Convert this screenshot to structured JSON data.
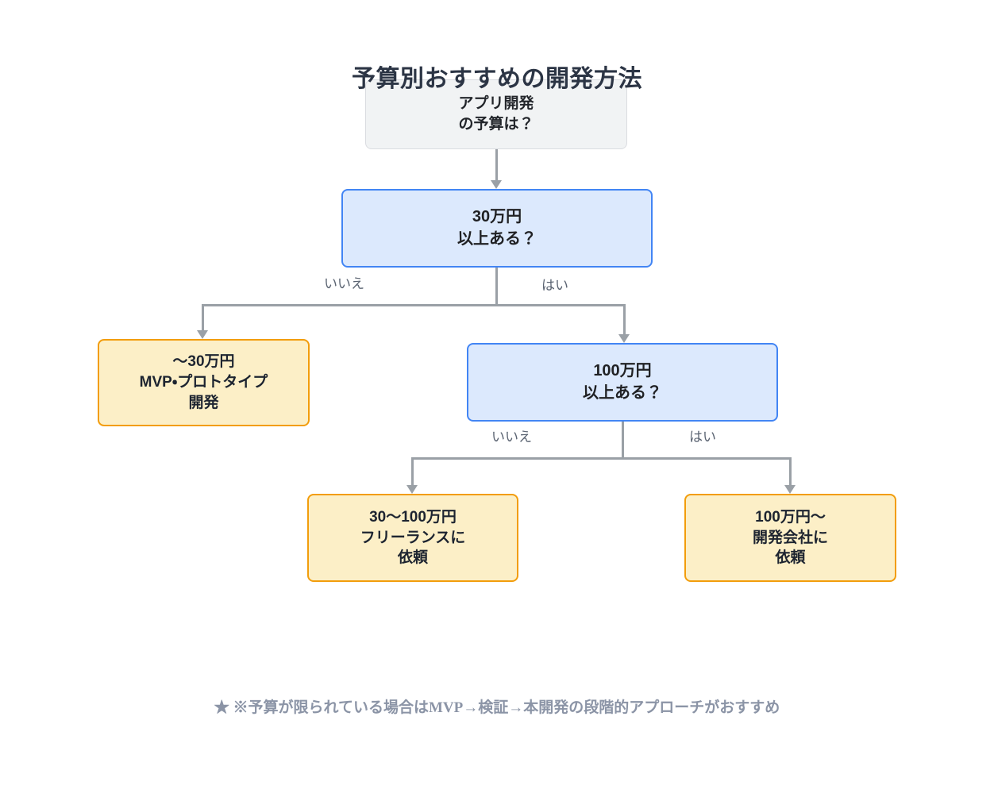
{
  "page": {
    "title": "予算別おすすめの開発方法",
    "background": "#ffffff"
  },
  "colors": {
    "title_text": "#2c3545",
    "root_fill": "#f1f3f4",
    "root_border": "#dadce0",
    "decision_fill": "#dce9fd",
    "decision_border": "#4285f4",
    "outcome_fill": "#fcefc7",
    "outcome_border": "#f29d0c",
    "connector": "#9aa0a6",
    "edge_label_text": "#5b6472",
    "footnote_text": "#8b94a6"
  },
  "nodes": {
    "root": {
      "id": "budget-question",
      "type": "root",
      "line1": "アプリ開発",
      "line2": "の予算は？"
    },
    "decision1": {
      "id": "over-300k-question",
      "type": "decision",
      "line1": "30万円",
      "line2": "以上ある？"
    },
    "decision2": {
      "id": "over-1m-question",
      "type": "decision",
      "line1": "100万円",
      "line2": "以上ある？"
    },
    "outcome_mvp": {
      "id": "under-300k-mvp",
      "type": "outcome",
      "line1": "〜30万円",
      "line2": "MVP・プロトタイプ",
      "line3": "開発"
    },
    "outcome_freelance": {
      "id": "300k-to-1m-freelance",
      "type": "outcome",
      "line1": "30〜100万円",
      "line2": "フリーランスに",
      "line3": "依頼"
    },
    "outcome_company": {
      "id": "over-1m-company",
      "type": "outcome",
      "line1": "100万円〜",
      "line2": "開発会社に",
      "line3": "依頼"
    }
  },
  "edge_labels": {
    "d1_no": "いいえ",
    "d1_yes": "はい",
    "d2_no": "いいえ",
    "d2_yes": "はい"
  },
  "footnote": {
    "star_icon": "★",
    "text": "※予算が限られている場合はMVP→検証→本開発の段階的アプローチがおすすめ",
    "full": "★ ※予算が限られている場合はMVP→検証→本開発の段階的アプローチがおすすめ"
  }
}
